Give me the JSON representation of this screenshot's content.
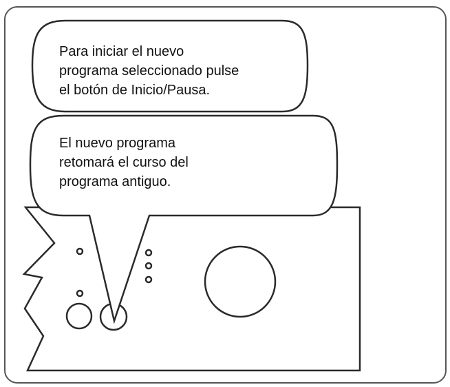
{
  "colors": {
    "stroke": "#2a2a2a",
    "frame_stroke": "#555555",
    "text": "#111111",
    "background": "#ffffff"
  },
  "bubbles": {
    "top": {
      "lines": [
        "Para iniciar el nuevo",
        "programa seleccionado pulse",
        "el botón de Inicio/Pausa."
      ]
    },
    "bottom": {
      "lines": [
        "El nuevo programa",
        "retomará el curso del",
        "programa antiguo."
      ]
    }
  }
}
